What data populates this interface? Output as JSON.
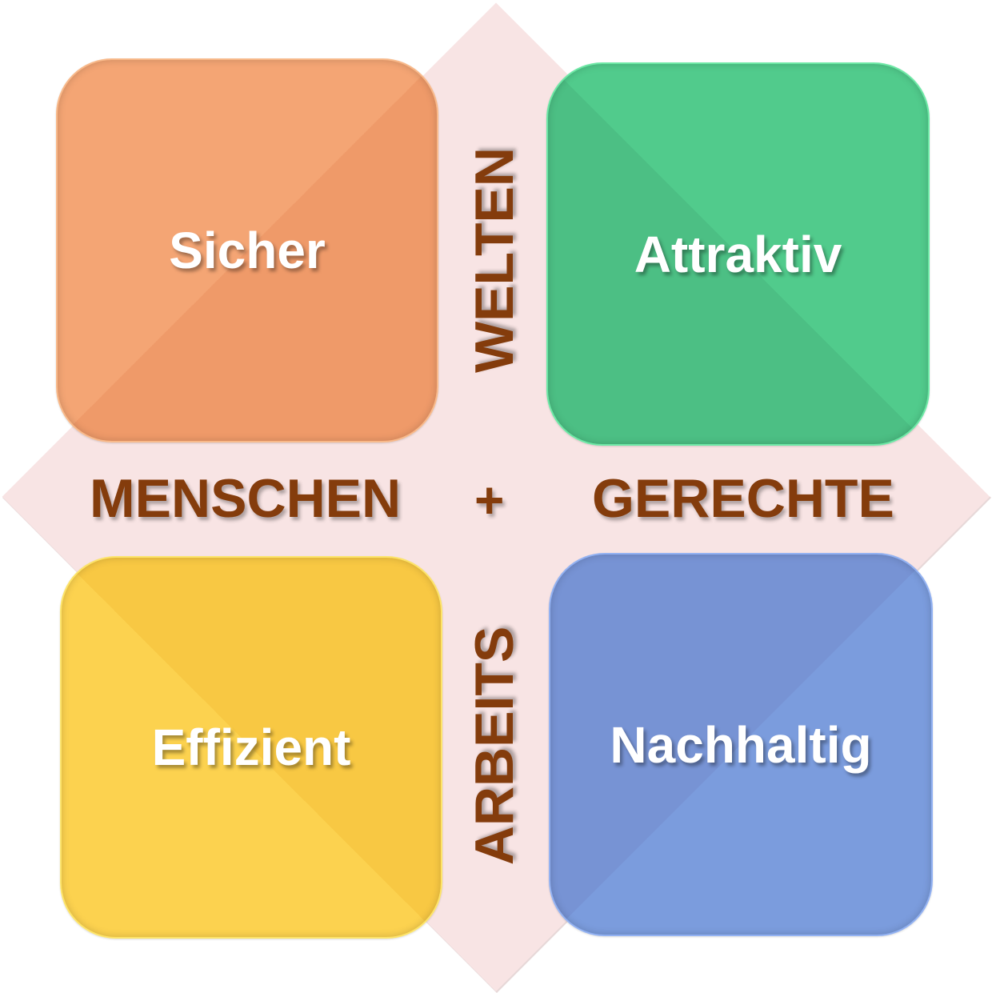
{
  "diagram": {
    "background_diamond": {
      "color": "#f8e4e4",
      "edge_highlight": "#ffffff"
    },
    "center_symbol": "+",
    "axis_labels": {
      "left": "MENSCHEN",
      "right": "GERECHTE",
      "top": "WELTEN",
      "bottom": "ARBEITS",
      "color": "#843c0c"
    },
    "quadrants": [
      {
        "position": "top-left",
        "label": "Sicher",
        "color": "#f4a574"
      },
      {
        "position": "top-right",
        "label": "Attraktiv",
        "color": "#4fc687"
      },
      {
        "position": "bottom-left",
        "label": "Effizient",
        "color": "#fbcd49"
      },
      {
        "position": "bottom-right",
        "label": "Nachhaltig",
        "color": "#7897d8"
      }
    ]
  }
}
